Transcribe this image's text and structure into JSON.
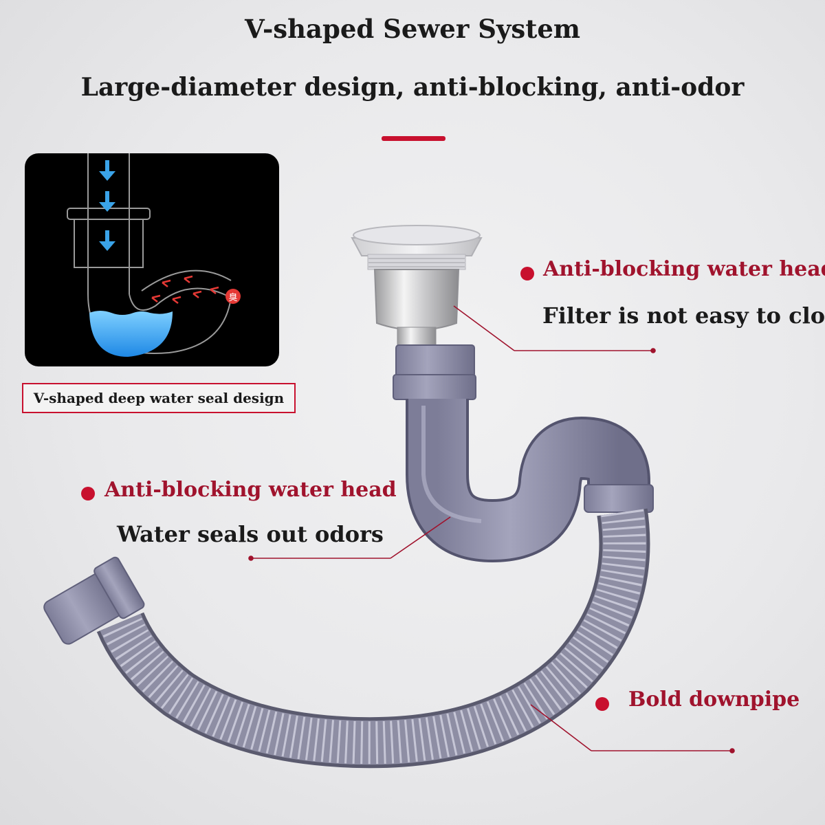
{
  "header": {
    "title": "V-shaped Sewer System",
    "subtitle": "Large-diameter design, anti-blocking, anti-odor"
  },
  "seal_diagram": {
    "caption": "V-shaped deep water seal design",
    "odor_glyph": "臭"
  },
  "features": [
    {
      "title": "Anti-blocking water head",
      "desc": "Filter is not easy to clog"
    },
    {
      "title": "Anti-blocking water head",
      "desc": "Water seals out odors"
    },
    {
      "title": "Bold downpipe",
      "desc": ""
    }
  ],
  "colors": {
    "accent": "#c8102e",
    "feature_title": "#a0132d",
    "pipe": "#8f8fa8",
    "water": "#3aa3e8",
    "odor_arrows": "#e53935"
  }
}
